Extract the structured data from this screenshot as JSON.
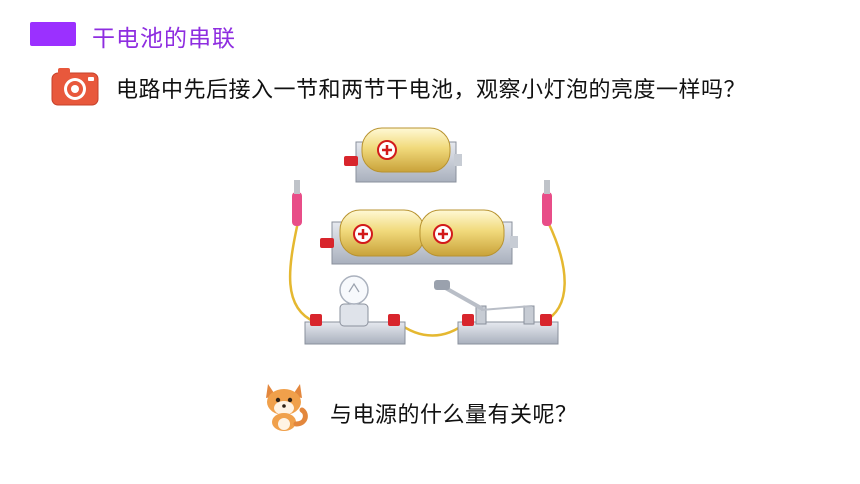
{
  "slide": {
    "title": "干电池的串联",
    "question": "电路中先后接入一节和两节干电池，观察小灯泡的亮度一样吗？",
    "hint": "与电源的什么量有关呢？"
  },
  "colors": {
    "accent": "#9b30ff",
    "title_text": "#8e2de0",
    "camera": "#e8583c",
    "battery_body": "#e8cf6e",
    "wire": "#e5b830"
  },
  "icons": {
    "camera": "camera-icon",
    "fox": "fox-icon",
    "plus": "plus-icon"
  }
}
